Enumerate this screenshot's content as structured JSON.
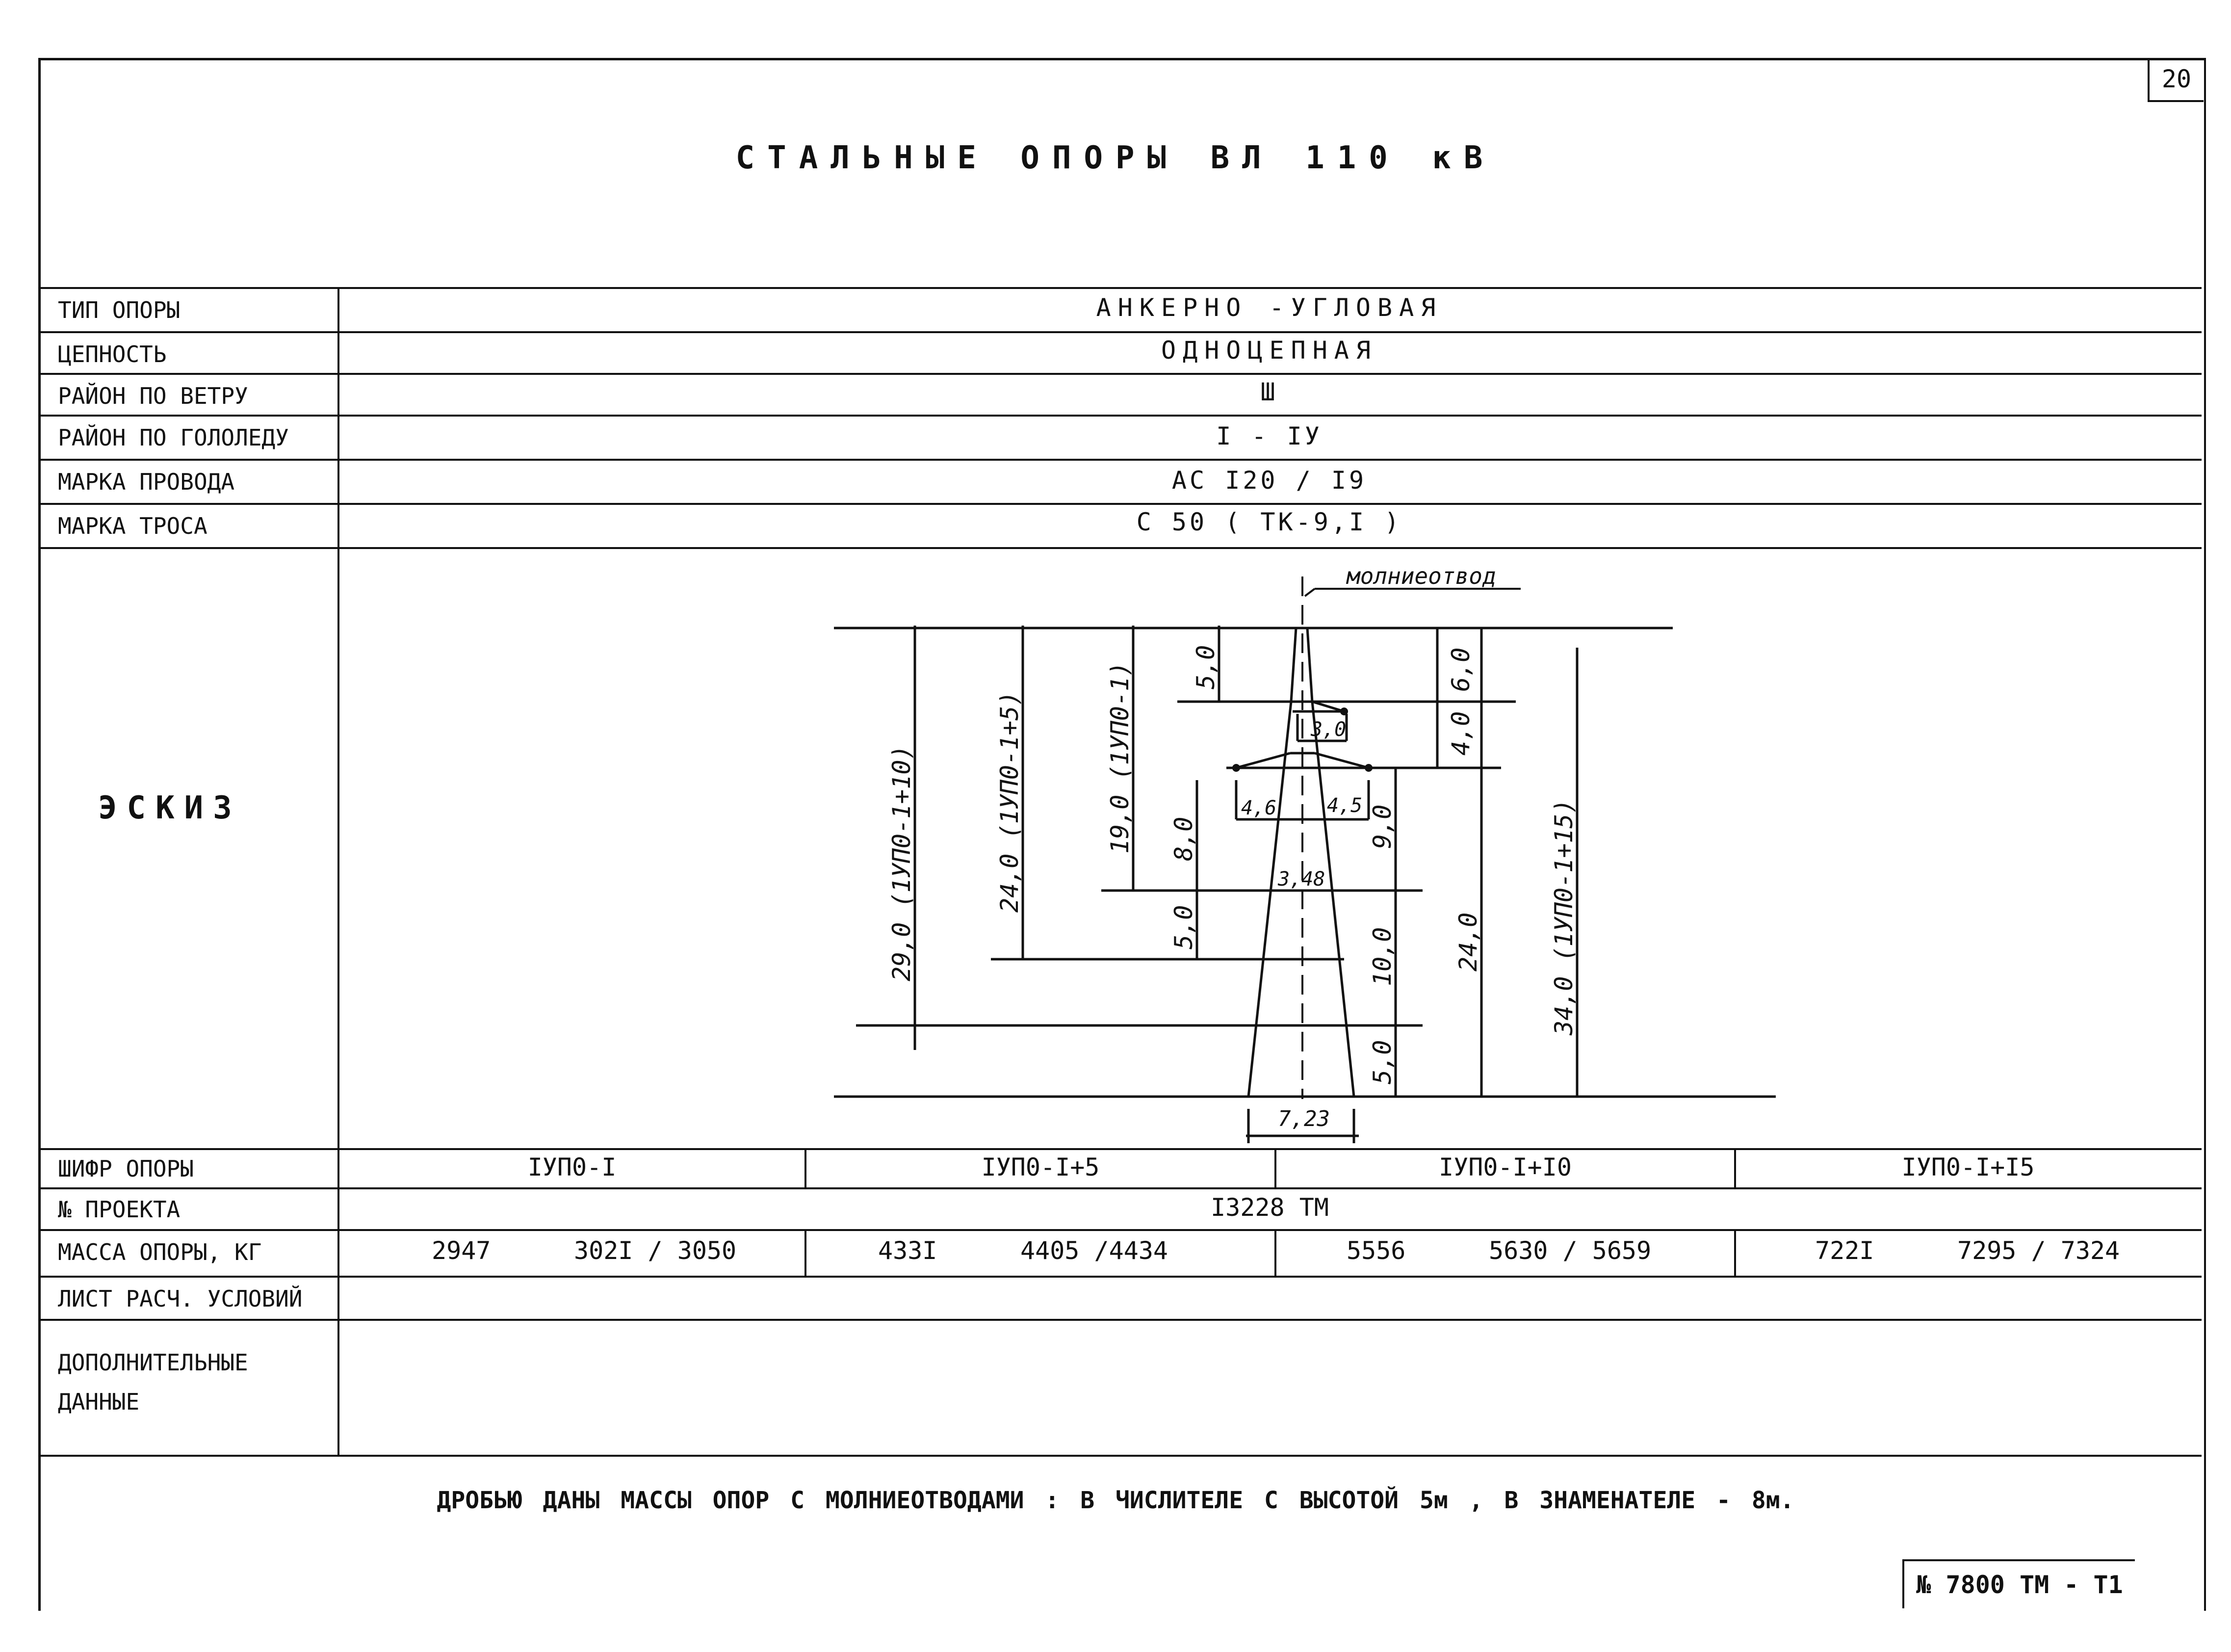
{
  "header": {
    "sheet_number": "20",
    "title": "СТАЛЬНЫЕ ОПОРЫ ВЛ 110 кВ"
  },
  "spec_rows": [
    {
      "label": "ТИП ОПОРЫ",
      "value": "АНКЕРНО -УГЛОВАЯ"
    },
    {
      "label": "ЦЕПНОСТЬ",
      "value": "ОДНОЦЕПНАЯ"
    },
    {
      "label": "РАЙОН ПО ВЕТРУ",
      "value": "Ш"
    },
    {
      "label": "РАЙОН ПО ГОЛОЛЕДУ",
      "value": "I - IУ"
    },
    {
      "label": "МАРКА ПРОВОДА",
      "value": "АС I20 / I9"
    },
    {
      "label": "МАРКА ТРОСА",
      "value": "С 50 ( ТК-9,I )"
    }
  ],
  "sketch": {
    "label": "ЭСКИЗ",
    "lightning_rod_label": "молниеотвод",
    "dims": {
      "h29": "29,0 (1УП0-1+10)",
      "h24": "24,0 (1УП0-1+5)",
      "h19": "19,0 (1УП0-1)",
      "top50": "5,0",
      "arm80": "8,0",
      "low50": "5,0",
      "r60": "6,0",
      "r40": "4,0",
      "r90": "9,0",
      "r100": "10,0",
      "r50": "5,0",
      "r240": "24,0",
      "h34": "34,0 (1УП0-1+15)",
      "w30": "3,0",
      "w46": "4,6",
      "w45": "4,5",
      "w348": "3,48",
      "w723": "7,23"
    }
  },
  "codes": {
    "label": "ШИФР ОПОРЫ",
    "values": [
      "IУП0-I",
      "IУП0-I+5",
      "IУП0-I+I0",
      "IУП0-I+I5"
    ]
  },
  "project": {
    "label": "№ ПРОЕКТА",
    "value": "I3228 ТМ"
  },
  "mass": {
    "label": "МАССА ОПОРЫ, КГ",
    "groups": [
      {
        "base": "2947",
        "rod": "302I / 3050"
      },
      {
        "base": "433I",
        "rod": "4405 /4434"
      },
      {
        "base": "5556",
        "rod": "5630 / 5659"
      },
      {
        "base": "722I",
        "rod": "7295 / 7324"
      }
    ]
  },
  "calc_sheet": {
    "label": "ЛИСТ РАСЧ. УСЛОВИЙ"
  },
  "extra": {
    "label_line1": "ДОПОЛНИТЕЛЬНЫЕ",
    "label_line2": "ДАННЫЕ"
  },
  "footnote": "ДРОБЬЮ ДАНЫ МАССЫ ОПОР С МОЛНИЕОТВОДАМИ : В ЧИСЛИТЕЛЕ С ВЫСОТОЙ 5м , В ЗНАМЕНАТЕЛЕ - 8м.",
  "doc_number": "№ 7800 ТМ - Т1"
}
